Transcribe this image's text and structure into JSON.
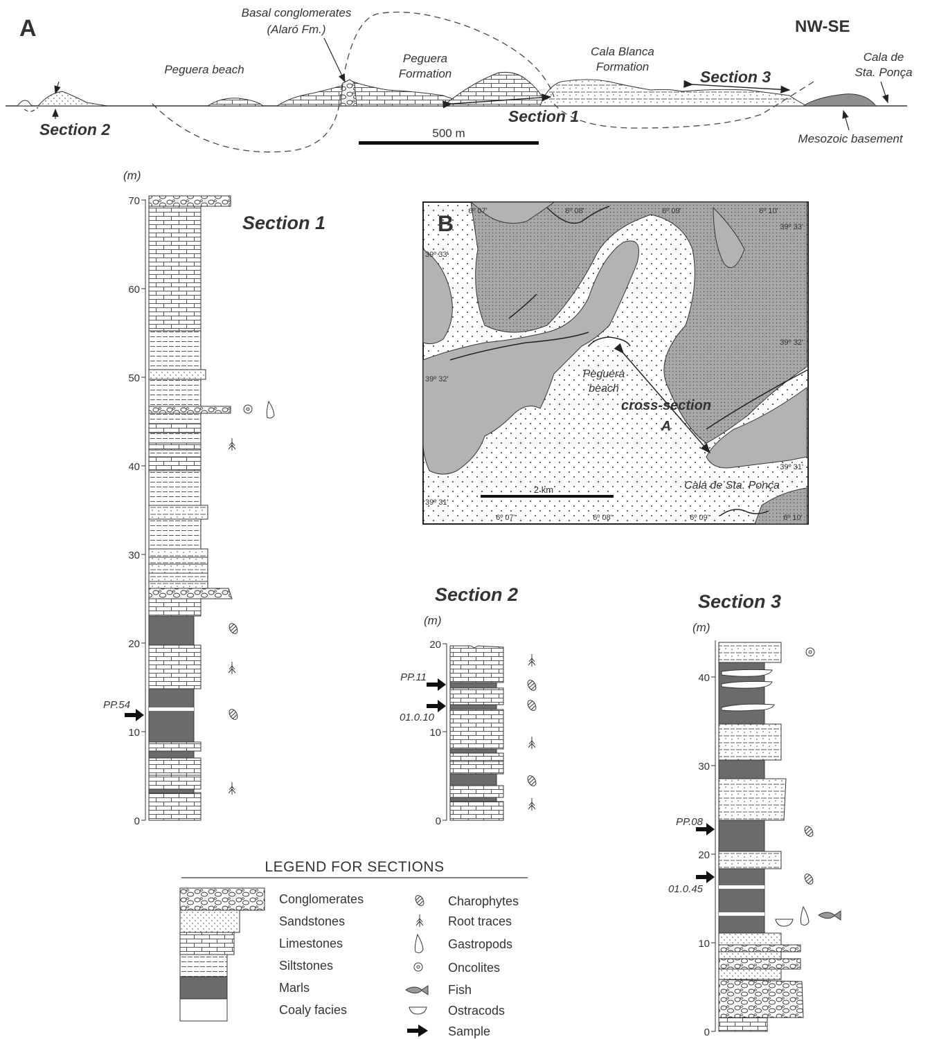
{
  "panel_a": {
    "letter": "A",
    "orientation": "NW-SE",
    "labels": {
      "basal_line1": "Basal conglomerates",
      "basal_line2": "(Alaró Fm.)",
      "peguera_beach": "Peguera beach",
      "peguera_fm_line1": "Peguera",
      "peguera_fm_line2": "Formation",
      "cala_blanca_line1": "Cala Blanca",
      "cala_blanca_line2": "Formation",
      "section3": "Section 3",
      "section1": "Section 1",
      "section2": "Section 2",
      "cala_sta_line1": "Cala de",
      "cala_sta_line2": "Sta. Ponça",
      "mesozoic": "Mesozoic basement",
      "scale": "500 m"
    }
  },
  "panel_b": {
    "letter": "B",
    "top_ticks": [
      "6º 07'",
      "6º 08'",
      "6º 09'",
      "6º 10'"
    ],
    "bottom_ticks": [
      "6º 07'",
      "6º 08'",
      "6º 09'",
      "6º 10'"
    ],
    "left_ticks": [
      "39º 33'",
      "39º 32'",
      "39º 31'"
    ],
    "right_ticks": [
      "39º 33'",
      "39º 32'",
      "39º 31'"
    ],
    "peguera_line1": "Peguera",
    "peguera_line2": "beach",
    "cross_line1": "cross-section",
    "cross_line2": "A",
    "cala": "Cala de Sta. Ponça",
    "scale": "2 km"
  },
  "section1": {
    "title": "Section  1",
    "unit": "(m)",
    "ticks": [
      "0",
      "10",
      "20",
      "30",
      "40",
      "50",
      "60",
      "70"
    ],
    "samples": [
      "PP.54"
    ]
  },
  "section2": {
    "title": "Section  2",
    "unit": "(m)",
    "ticks": [
      "0",
      "10",
      "20"
    ],
    "samples": [
      "PP.11",
      "01.0.10"
    ]
  },
  "section3": {
    "title": "Section  3",
    "unit": "(m)",
    "ticks": [
      "0",
      "10",
      "20",
      "30",
      "40"
    ],
    "samples": [
      "PP.08",
      "01.0.45"
    ]
  },
  "legend": {
    "title": "LEGEND  FOR  SECTIONS",
    "lithologies": [
      "Conglomerates",
      "Sandstones",
      "Limestones",
      "Siltstones",
      "Marls",
      "Coaly facies"
    ],
    "symbols": [
      "Charophytes",
      "Root traces",
      "Gastropods",
      "Oncolites",
      "Fish",
      "Ostracods",
      "Sample"
    ]
  },
  "colors": {
    "marl": "#6b6b6b",
    "map_gray": "#b3b3b3",
    "map_dark": "#8f8f8f"
  }
}
